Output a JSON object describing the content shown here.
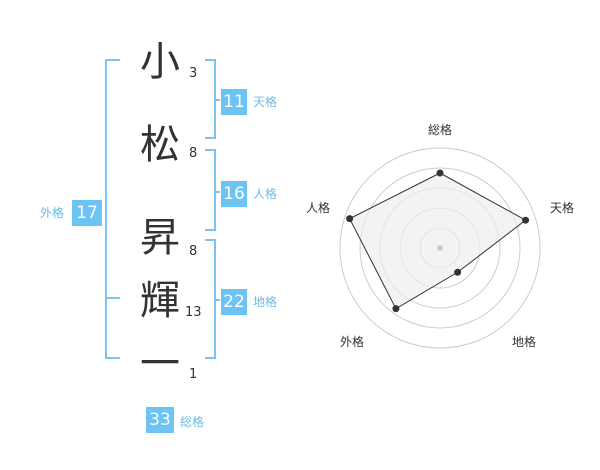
{
  "name": {
    "chars": [
      {
        "char": "小",
        "strokes": "3"
      },
      {
        "char": "松",
        "strokes": "8"
      },
      {
        "char": "昇",
        "strokes": "8"
      },
      {
        "char": "輝",
        "strokes": "13"
      },
      {
        "char": "一",
        "strokes": "1"
      }
    ]
  },
  "kakusu": {
    "tenkaku": {
      "value": "11",
      "label": "天格"
    },
    "jinkaku": {
      "value": "16",
      "label": "人格"
    },
    "chikaku": {
      "value": "22",
      "label": "地格"
    },
    "gaikaku": {
      "value": "17",
      "label": "外格"
    },
    "soukaku": {
      "value": "33",
      "label": "総格"
    }
  },
  "radar": {
    "labels": {
      "top": "総格",
      "right": "天格",
      "bottom_right": "地格",
      "bottom_left": "外格",
      "left": "人格"
    },
    "values": [
      0.75,
      0.9,
      0.3,
      0.75,
      0.95
    ],
    "colors": {
      "fill": "#eeeeee",
      "line": "#333333",
      "grid": "#cccccc"
    }
  },
  "colors": {
    "accent": "#6bc4f2",
    "bracket": "#7cc3ee"
  }
}
